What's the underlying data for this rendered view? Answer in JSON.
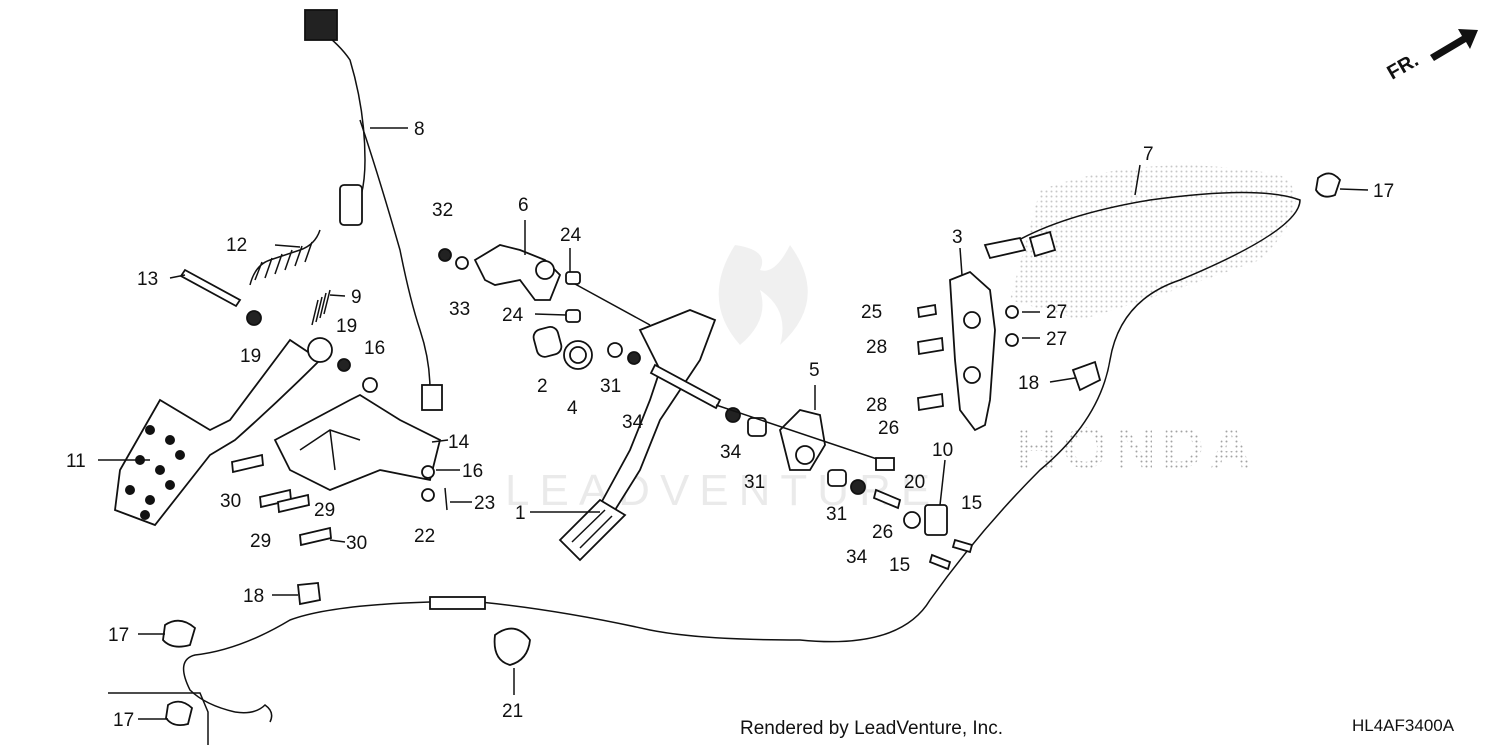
{
  "diagram": {
    "direction_marker": "FR.",
    "footer_credit": "Rendered by LeadVenture, Inc.",
    "diagram_code": "HL4AF3400A",
    "watermark_text": "LEADVENTURE",
    "logo_watermark_text": "HONDA",
    "callouts": [
      "1",
      "2",
      "3",
      "4",
      "5",
      "6",
      "7",
      "8",
      "9",
      "10",
      "11",
      "12",
      "13",
      "14",
      "15",
      "16",
      "17",
      "18",
      "19",
      "20",
      "21",
      "22",
      "23",
      "24",
      "25",
      "26",
      "27",
      "28",
      "29",
      "30",
      "31",
      "32",
      "33",
      "34"
    ],
    "callout_instances": [
      {
        "id": "8"
      },
      {
        "id": "12"
      },
      {
        "id": "9"
      },
      {
        "id": "13"
      },
      {
        "id": "19a",
        "text": "19"
      },
      {
        "id": "19b",
        "text": "19"
      },
      {
        "id": "16a",
        "text": "16"
      },
      {
        "id": "11"
      },
      {
        "id": "14"
      },
      {
        "id": "16b",
        "text": "16"
      },
      {
        "id": "30a",
        "text": "30"
      },
      {
        "id": "29a",
        "text": "29"
      },
      {
        "id": "29b",
        "text": "29"
      },
      {
        "id": "30b",
        "text": "30"
      },
      {
        "id": "22"
      },
      {
        "id": "23"
      },
      {
        "id": "32"
      },
      {
        "id": "33"
      },
      {
        "id": "6"
      },
      {
        "id": "24a",
        "text": "24"
      },
      {
        "id": "24b",
        "text": "24"
      },
      {
        "id": "2"
      },
      {
        "id": "4"
      },
      {
        "id": "31a",
        "text": "31"
      },
      {
        "id": "34a",
        "text": "34"
      },
      {
        "id": "1"
      },
      {
        "id": "5"
      },
      {
        "id": "34b",
        "text": "34"
      },
      {
        "id": "31b",
        "text": "31"
      },
      {
        "id": "26a",
        "text": "26"
      },
      {
        "id": "31c",
        "text": "31"
      },
      {
        "id": "34c",
        "text": "34"
      },
      {
        "id": "26b",
        "text": "26"
      },
      {
        "id": "20"
      },
      {
        "id": "10"
      },
      {
        "id": "15a",
        "text": "15"
      },
      {
        "id": "15b",
        "text": "15"
      },
      {
        "id": "3"
      },
      {
        "id": "25"
      },
      {
        "id": "27a",
        "text": "27"
      },
      {
        "id": "27b",
        "text": "27"
      },
      {
        "id": "28a",
        "text": "28"
      },
      {
        "id": "28b",
        "text": "28"
      },
      {
        "id": "18a",
        "text": "18"
      },
      {
        "id": "7"
      },
      {
        "id": "17a",
        "text": "17"
      },
      {
        "id": "18b",
        "text": "18"
      },
      {
        "id": "17b",
        "text": "17"
      },
      {
        "id": "21"
      },
      {
        "id": "17c",
        "text": "17"
      }
    ]
  }
}
